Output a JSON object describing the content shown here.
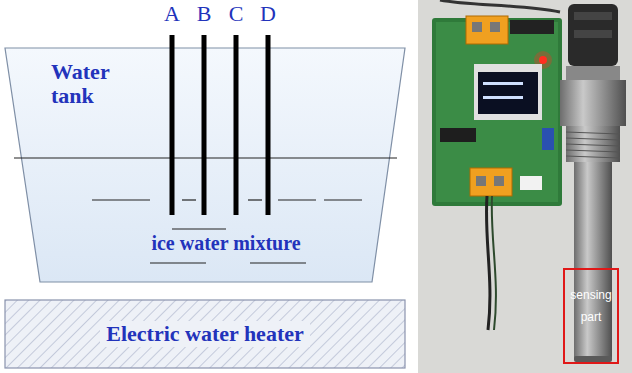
{
  "diagram": {
    "nodes": [
      {
        "text": [
          "Water tank"
        ]
      },
      {
        "text": [
          "Electric water heater"
        ]
      },
      {
        "text": [
          "sensing part"
        ]
      }
    ],
    "labels": [
      "A",
      "B",
      "C",
      "D",
      "ice water mixture"
    ]
  }
}
